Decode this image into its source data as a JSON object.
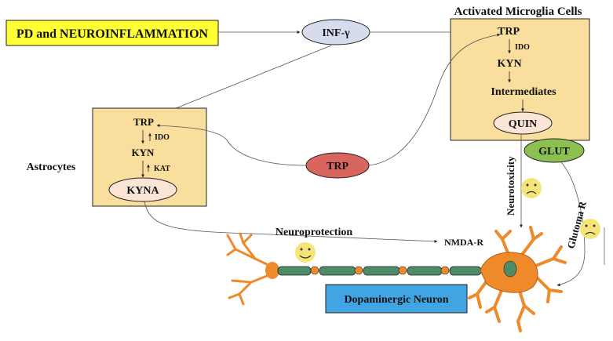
{
  "title_box": {
    "label": "PD and NEUROINFLAMMATION",
    "fill": "#FFFF33"
  },
  "inf_gamma": {
    "label": "INF-γ",
    "fill": "#D6DCEE"
  },
  "microglia": {
    "header": "Activated Microglia Cells",
    "fill": "#F9DE9E",
    "trp": "TRP",
    "ido": "IDO",
    "kyn": "KYN",
    "intermediates": "Intermediates",
    "quin": "QUIN"
  },
  "astrocytes": {
    "label": "Astrocytes",
    "trp": "TRP",
    "ido": "IDO",
    "kyn": "KYN",
    "kat": "KAT",
    "kyna": "KYNA"
  },
  "trp_center": {
    "label": "TRP",
    "fill": "#D9665E"
  },
  "glut": {
    "label": "GLUT",
    "fill": "#8CC152"
  },
  "pathway_labels": {
    "neuroprotection": "Neuroprotection",
    "nmda_r": "NMDA-R",
    "neurotoxicity": "Neurotoxicity",
    "glutoma_r": "Glutoma R"
  },
  "neuron_box": {
    "label": "Dopaminergic Neuron",
    "fill": "#42A5E3"
  },
  "emoji_colors": {
    "face": "#F6E47A",
    "neuron": "#EE8A2A",
    "axon": "#4E8B67"
  }
}
